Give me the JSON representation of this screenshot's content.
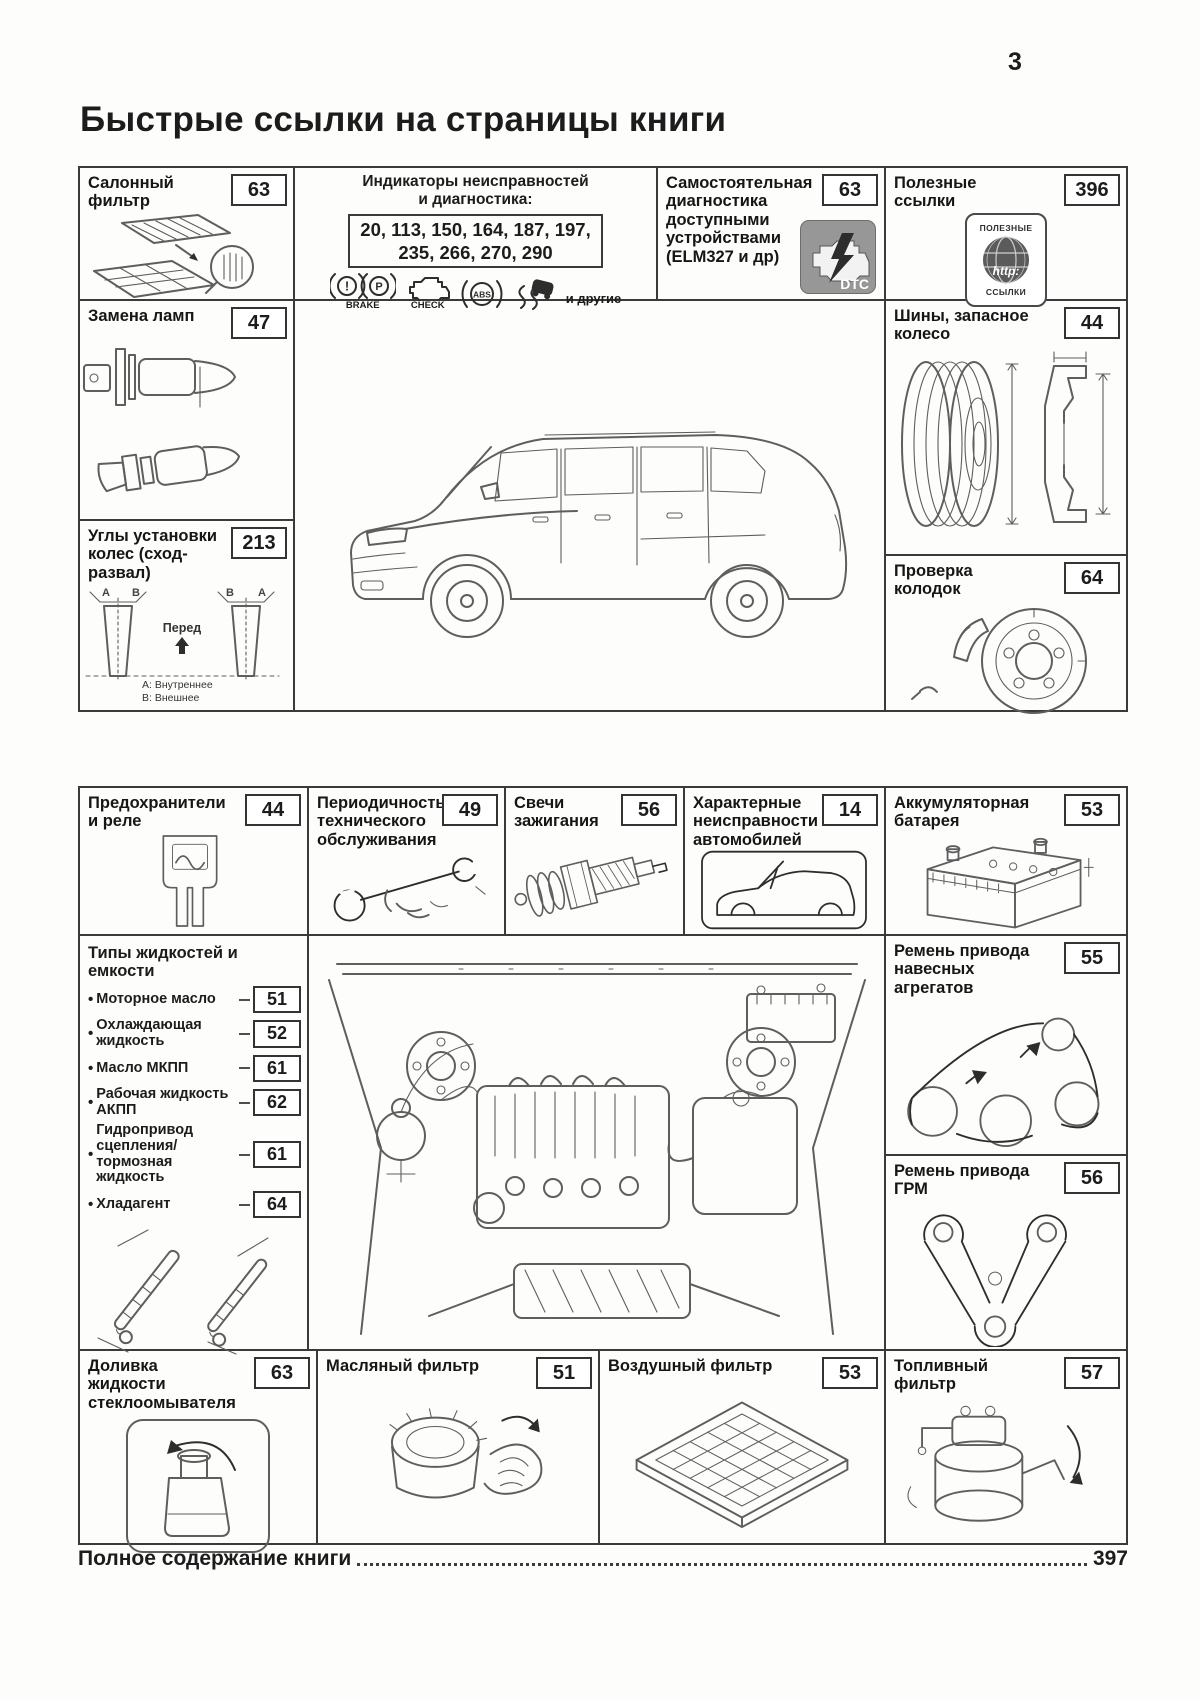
{
  "page": {
    "number": "3",
    "title": "Быстрые ссылки на страницы книги",
    "footer": {
      "label": "Полное содержание книги",
      "page": "397"
    }
  },
  "top": {
    "cabin_filter": {
      "label": "Салонный фильтр",
      "page": "63"
    },
    "indicators": {
      "title1": "Индикаторы неисправностей",
      "title2": "и диагностика:",
      "numbers1": "20, 113, 150, 164, 187, 197,",
      "numbers2": "235, 266, 270, 290",
      "brake_label": "BRAKE",
      "brake_glyph1": "!",
      "brake_glyph2": "P",
      "check_label": "CHECK",
      "abs_label": "ABS",
      "others": "и другие"
    },
    "self_diagnostics": {
      "label": "Самостоятельная диагностика доступными устройствами (ELM327 и др)",
      "page": "63",
      "icon_label": "DTC"
    },
    "useful_links": {
      "label": "Полезные ссылки",
      "page": "396",
      "icon_top": "ПОЛЕЗНЫЕ",
      "icon_url": "http:",
      "icon_bottom": "ССЫЛКИ"
    },
    "lamp_replacement": {
      "label": "Замена ламп",
      "page": "47"
    },
    "tires": {
      "label": "Шины, запасное колесо",
      "page": "44"
    },
    "wheel_alignment": {
      "label": "Углы установки колес (сход-развал)",
      "page": "213",
      "letter_a": "А",
      "letter_b": "В",
      "front": "Перед",
      "legend_a": "А: Внутреннее",
      "legend_b": "В: Внешнее"
    },
    "brake_pads": {
      "label": "Проверка колодок",
      "page": "64"
    }
  },
  "middle": {
    "fuses": {
      "label": "Предохранители и реле",
      "page": "44"
    },
    "maintenance": {
      "label": "Периодичность технического обслуживания",
      "page": "49"
    },
    "spark_plugs": {
      "label": "Свечи зажигания",
      "page": "56"
    },
    "typical_faults": {
      "label": "Характерные неисправности автомобилей",
      "page": "14"
    },
    "battery": {
      "label": "Аккумуляторная батарея",
      "page": "53"
    },
    "fluids": {
      "title": "Типы жидкостей и емкости",
      "items": [
        {
          "label": "Моторное масло",
          "page": "51"
        },
        {
          "label": "Охлаждающая жидкость",
          "page": "52"
        },
        {
          "label": "Масло МКПП",
          "page": "61"
        },
        {
          "label": "Рабочая жидкость АКПП",
          "page": "62"
        },
        {
          "label": "Гидропривод сцепления/тормозная жидкость",
          "page": "61"
        },
        {
          "label": "Хладагент",
          "page": "64"
        }
      ]
    },
    "accessory_belt": {
      "label": "Ремень привода навесных агрегатов",
      "page": "55"
    },
    "timing_belt": {
      "label": "Ремень привода ГРМ",
      "page": "56"
    }
  },
  "bottom": {
    "washer_fluid": {
      "label": "Доливка жидкости стеклоомывателя",
      "page": "63"
    },
    "oil_filter": {
      "label": "Масляный фильтр",
      "page": "51"
    },
    "air_filter": {
      "label": "Воздушный фильтр",
      "page": "53"
    },
    "fuel_filter": {
      "label": "Топливный фильтр",
      "page": "57"
    }
  }
}
